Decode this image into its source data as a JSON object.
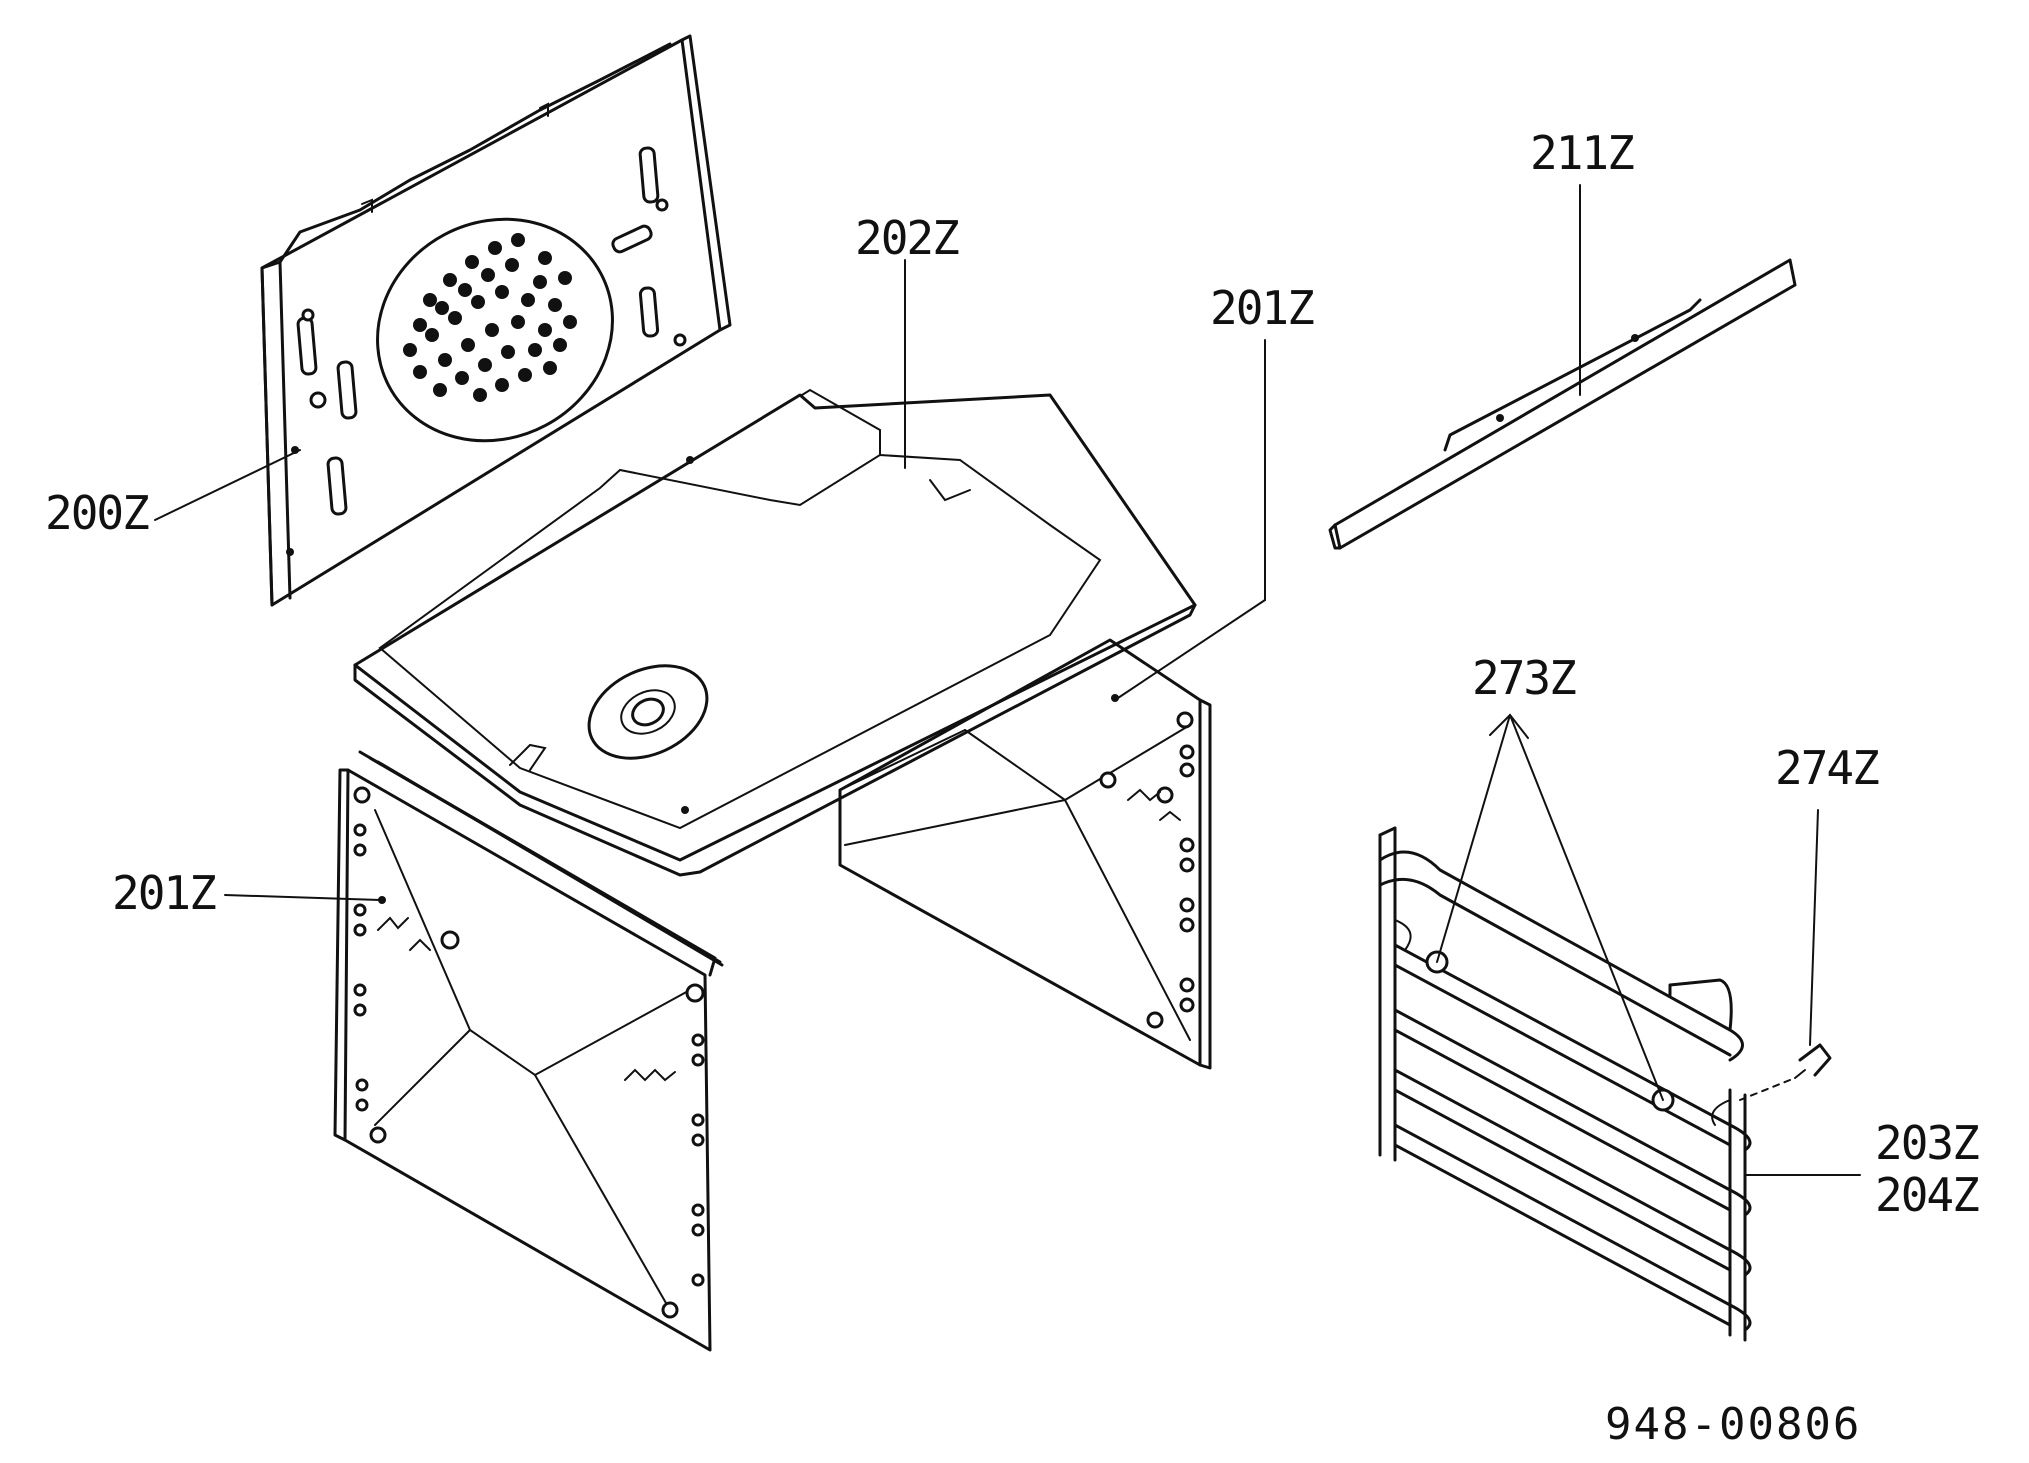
{
  "labels": {
    "back_panel": "200Z",
    "side_panel_left": "201Z",
    "side_panel_right": "201Z",
    "top_panel": "202Z",
    "rail": "211Z",
    "spacer": "273Z",
    "screw": "274Z",
    "shelf_guide_a": "203Z",
    "shelf_guide_b": "204Z"
  },
  "document_number": "948-00806"
}
